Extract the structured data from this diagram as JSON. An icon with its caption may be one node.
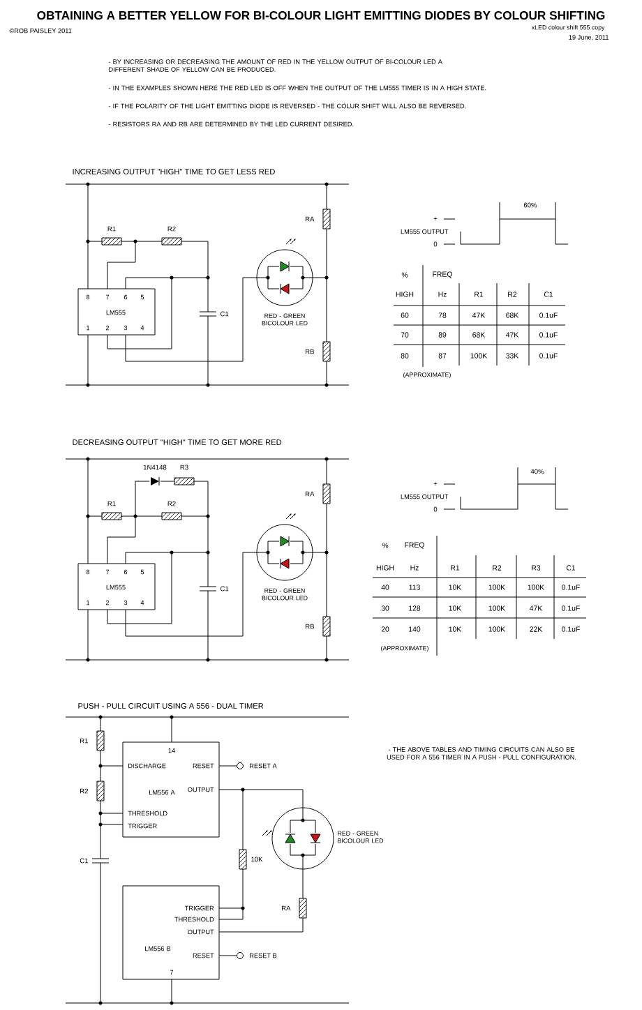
{
  "diagram": {
    "title": "OBTAINING A BETTER YELLOW FOR BI-COLOUR LIGHT EMITTING DIODES BY COLOUR SHIFTING",
    "nodes": [
      {
        "text": [
          "8",
          "7",
          "6",
          "5",
          "LM555",
          "1",
          "2",
          "3",
          "4"
        ]
      },
      {
        "text": [
          "8",
          "7",
          "6",
          "5",
          "LM555",
          "1",
          "2",
          "3",
          "4"
        ]
      },
      {
        "text": [
          "14",
          "DISCHARGE",
          "RESET",
          "LM556 A",
          "OUTPUT",
          "THRESHOLD",
          "TRIGGER"
        ]
      },
      {
        "text": [
          "TRIGGER",
          "THRESHOLD",
          "OUTPUT",
          "LM556 B",
          "RESET",
          "7"
        ]
      },
      {
        "text": [],
        "shape": "circle",
        "beside": [
          "RESET A"
        ]
      },
      {
        "text": [],
        "shape": "circle",
        "beside": [
          "RESET B"
        ]
      }
    ],
    "edges": [
      {
        "from": 2,
        "to": 4,
        "arrow": "none"
      },
      {
        "from": 3,
        "to": 5,
        "arrow": "none"
      }
    ],
    "labels": [
      "©ROB PAISLEY 2011",
      "xLED colour shift 555 copy",
      "19 June, 2011",
      "- BY INCREASING OR DECREASING THE AMOUNT OF RED IN THE YELLOW OUTPUT OF BI-COLOUR LED A DIFFERENT SHADE OF YELLOW CAN BE PRODUCED.",
      "- IN THE EXAMPLES SHOWN HERE THE RED LED IS OFF WHEN THE OUTPUT OF THE LM555 TIMER IS IN A HIGH STATE.",
      "- IF THE POLARITY OF THE LIGHT EMITTING DIODE IS REVERSED - THE COLUR SHIFT WILL ALSO BE REVERSED.",
      "- RESISTORS RA AND RB ARE DETERMINED BY THE LED CURRENT DESIRED.",
      "INCREASING OUTPUT \"HIGH\" TIME TO GET LESS RED",
      "R1",
      "R2",
      "RA",
      "C1",
      "RB",
      "RED - GREEN BICOLOUR LED",
      "+",
      "LM555 OUTPUT",
      "0",
      "60%",
      "%",
      "FREQ",
      "HIGH",
      "Hz",
      "R1",
      "R2",
      "C1",
      "60",
      "78",
      "47K",
      "68K",
      "0.1uF",
      "70",
      "89",
      "68K",
      "47K",
      "0.1uF",
      "80",
      "87",
      "100K",
      "33K",
      "0.1uF",
      "(APPROXIMATE)",
      "DECREASING OUTPUT \"HIGH\" TIME TO GET MORE RED",
      "1N4148",
      "R3",
      "R1",
      "R2",
      "RA",
      "C1",
      "RED - GREEN BICOLOUR LED",
      "RB",
      "+",
      "LM555 OUTPUT",
      "0",
      "40%",
      "%",
      "FREQ",
      "HIGH",
      "Hz",
      "R1",
      "R2",
      "R3",
      "C1",
      "40",
      "113",
      "10K",
      "100K",
      "100K",
      "0.1uF",
      "30",
      "128",
      "10K",
      "100K",
      "47K",
      "0.1uF",
      "20",
      "140",
      "10K",
      "100K",
      "22K",
      "0.1uF",
      "(APPROXIMATE)",
      "PUSH - PULL CIRCUIT USING A 556 - DUAL TIMER",
      "- THE ABOVE TABLES AND TIMING CIRCUITS CAN ALSO BE USED FOR A 556 TIMER IN A PUSH - PULL CONFIGURATION.",
      "R1",
      "R2",
      "10K",
      "RED - GREEN BICOLOUR LED",
      "C1",
      "RA"
    ]
  }
}
